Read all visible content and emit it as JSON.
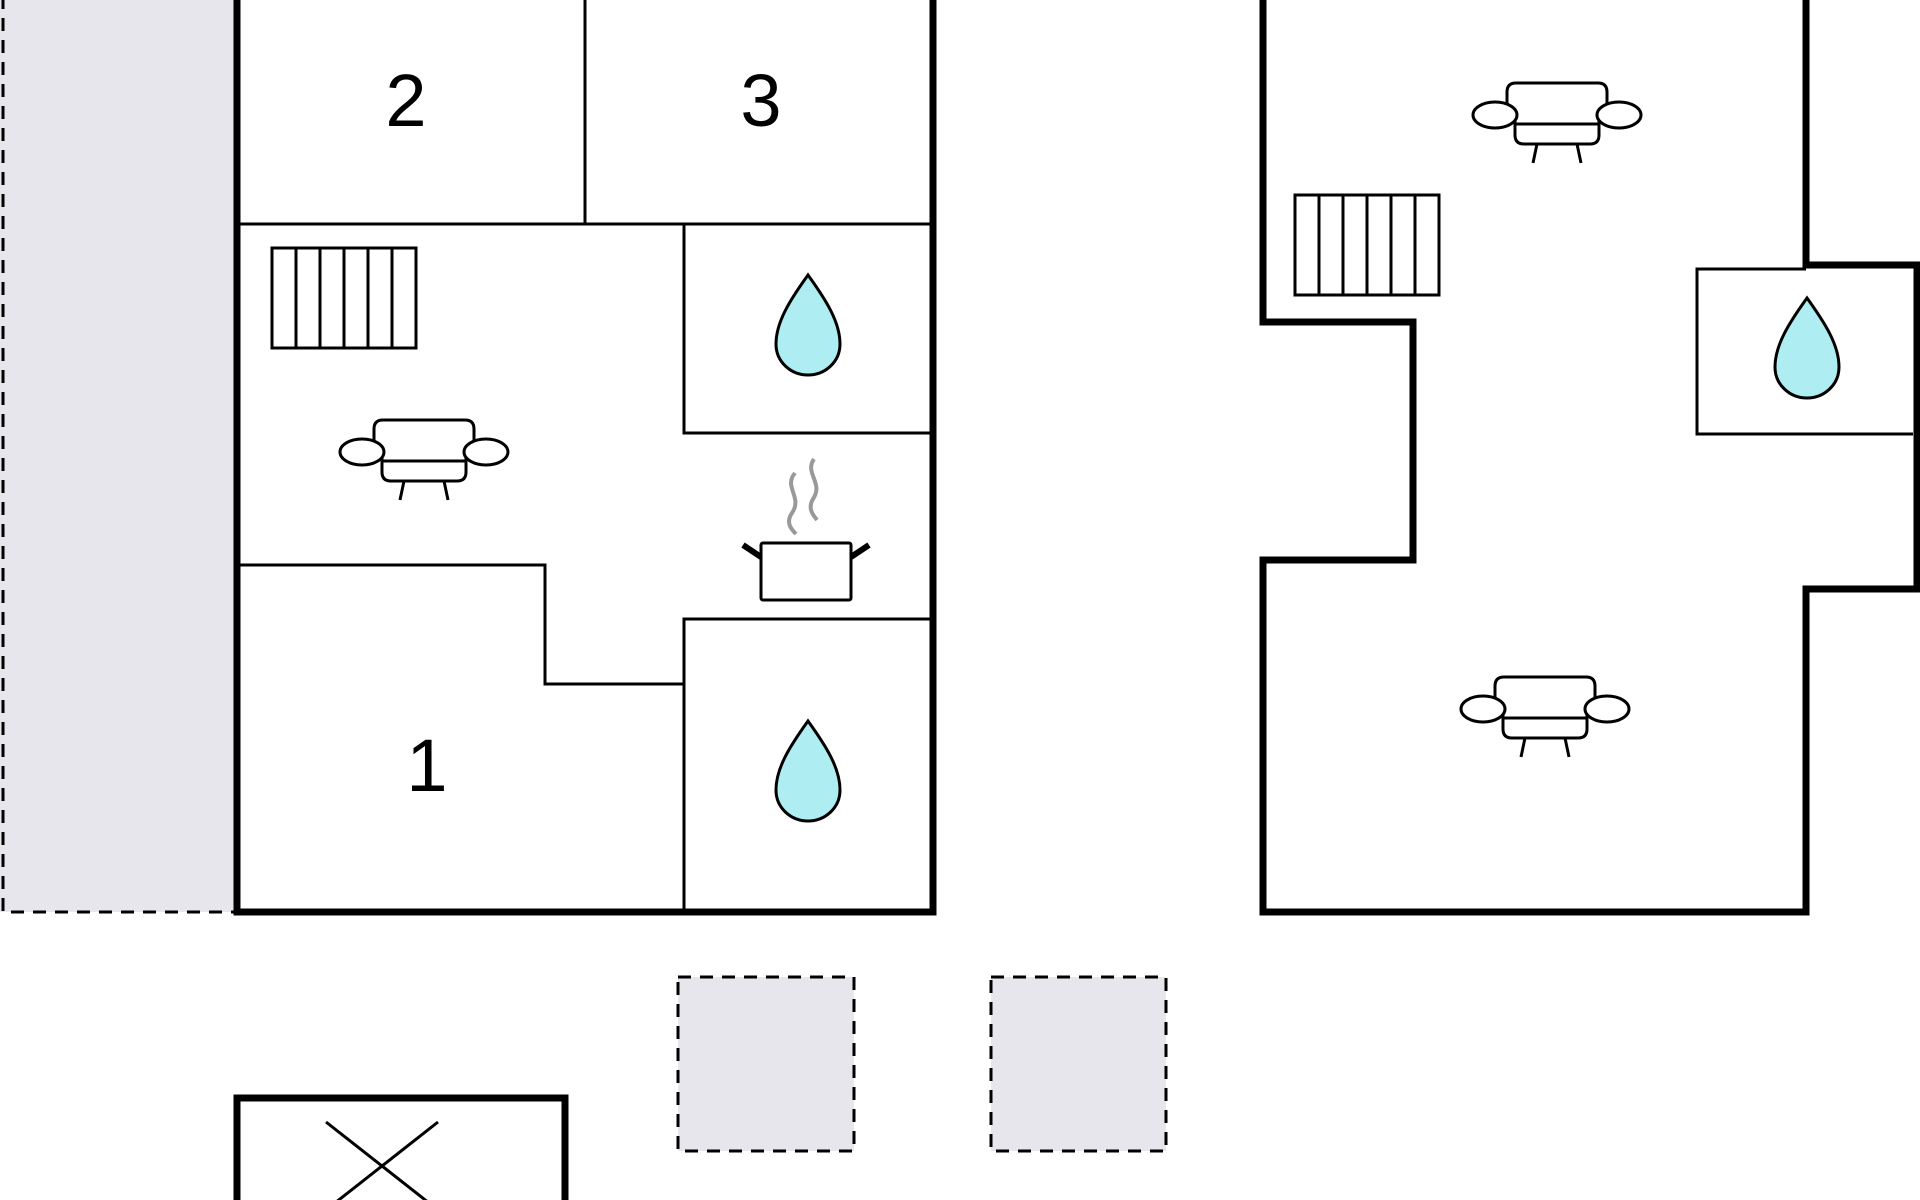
{
  "floorplan": {
    "rooms": [
      {
        "id": "bedroom-2",
        "label": "2"
      },
      {
        "id": "bedroom-3",
        "label": "3"
      },
      {
        "id": "bedroom-1",
        "label": "1"
      }
    ]
  },
  "icons": {
    "sofa": "sofa-icon",
    "bathroom": "water-drop-icon",
    "kitchen": "cooking-pot-icon",
    "stairs": "stairs-icon",
    "closed_area": "cross-icon"
  },
  "colors": {
    "wall": "#000000",
    "water": "#aeeef2",
    "outdoor_area": "#e6e6ec",
    "steam": "#999999"
  }
}
